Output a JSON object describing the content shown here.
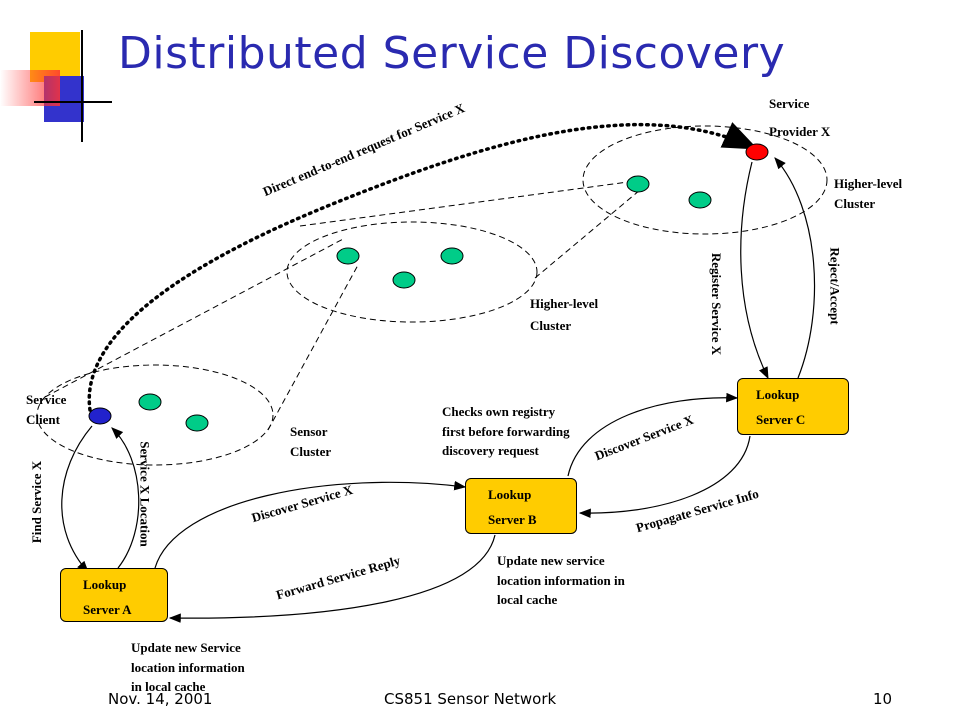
{
  "slide": {
    "title": "Distributed Service Discovery",
    "footer_left": "Nov. 14, 2001",
    "footer_center": "CS851 Sensor Network",
    "footer_right": "10"
  },
  "colors": {
    "title": "#2a2ab0",
    "node_fill": "#00cc88",
    "provider_fill": "#ff0000",
    "client_fill": "#2222cc",
    "box_fill": "#ffcc00",
    "logo_yellow": "#ffcc00",
    "logo_blue": "#3333cc",
    "logo_red": "#ff3333"
  },
  "labels": {
    "service_provider_1": "Service",
    "service_provider_2": "Provider X",
    "higher_cluster_right_1": "Higher-level",
    "higher_cluster_right_2": "Cluster",
    "higher_cluster_mid_1": "Higher-level",
    "higher_cluster_mid_2": "Cluster",
    "sensor_cluster_1": "Sensor",
    "sensor_cluster_2": "Cluster",
    "service_client_1": "Service",
    "service_client_2": "Client",
    "checks_1": "Checks own registry",
    "checks_2": "first before forwarding",
    "checks_3": "discovery request",
    "update_b_1": "Update new service",
    "update_b_2": "location information in",
    "update_b_3": "local cache",
    "update_a_1": "Update new Service",
    "update_a_2": "location information",
    "update_a_3": "in local cache"
  },
  "edges": {
    "direct_request": "Direct end-to-end request for Service X",
    "register": "Register Service X",
    "reject_accept": "Reject/Accept",
    "find": "Find Service X",
    "location": "Service X Location",
    "discover_ab": "Discover Service X",
    "discover_bc": "Discover Service X",
    "propagate": "Propagate Service Info",
    "forward_reply": "Forward Service Reply"
  },
  "servers": {
    "a": {
      "line1": "Lookup",
      "line2": "Server A"
    },
    "b": {
      "line1": "Lookup",
      "line2": "Server B"
    },
    "c": {
      "line1": "Lookup",
      "line2": "Server C"
    }
  }
}
